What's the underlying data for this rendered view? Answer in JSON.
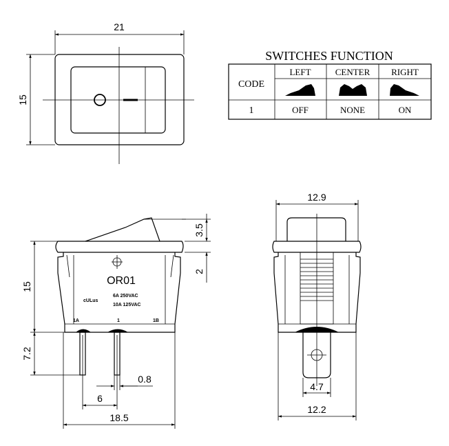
{
  "top_view": {
    "width": "21",
    "height": "15"
  },
  "table": {
    "title": "SWITCHES FUNCTION",
    "code_header": "CODE",
    "columns": [
      "LEFT",
      "CENTER",
      "RIGHT"
    ],
    "row": {
      "code": "1",
      "values": [
        "OFF",
        "NONE",
        "ON"
      ]
    }
  },
  "side_view": {
    "rocker_height": "3.5",
    "flange": "2",
    "body_height": "15",
    "pin_length": "7.2",
    "pin_pitch": "6",
    "pin_width": "0.8",
    "overall_width": "18.5",
    "model": "OR01",
    "ratings": [
      "6A 250VAC",
      "10A 125VAC"
    ],
    "cert_mark": "cULus",
    "pins": [
      "1A",
      "1",
      "1B"
    ]
  },
  "end_view": {
    "top_width": "12.9",
    "terminal_width": "4.7",
    "bottom_width": "12.2"
  }
}
